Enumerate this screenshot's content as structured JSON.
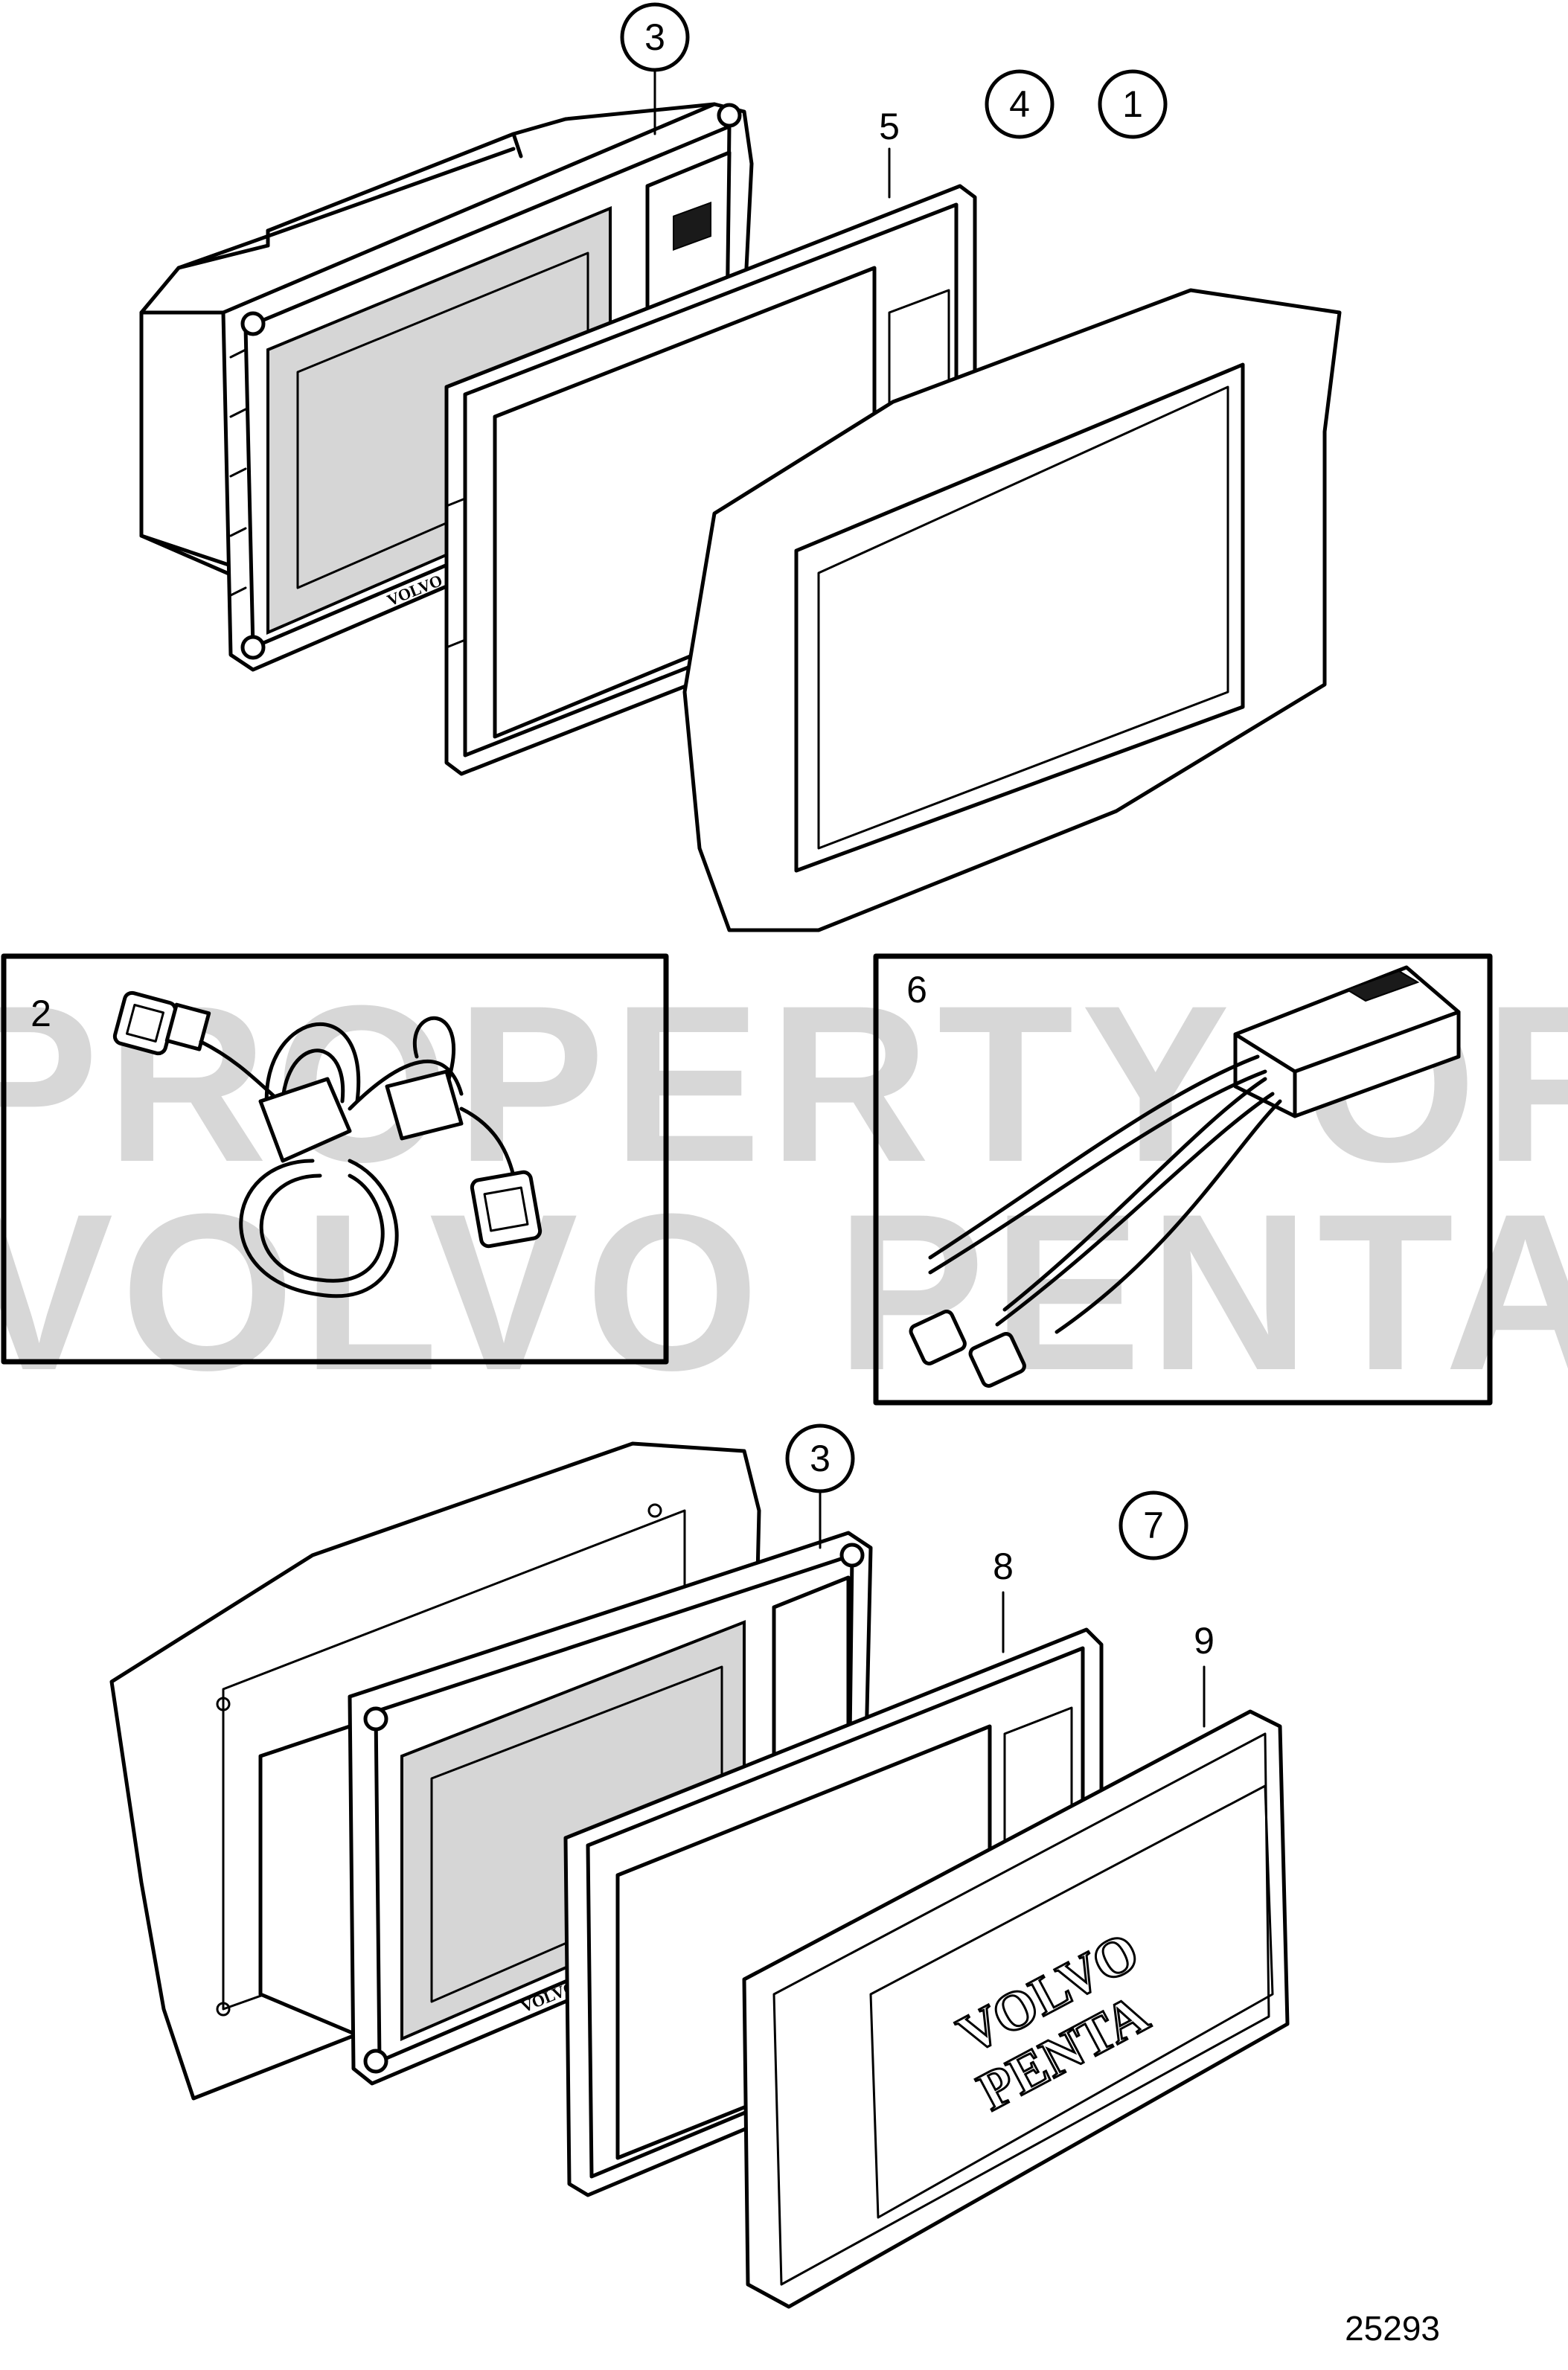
{
  "drawing_number": "25293",
  "watermark": {
    "line1": "PROPERTY OF",
    "line2": "VOLVO PENTA"
  },
  "brand": {
    "line1": "VOLVO",
    "line2": "PENTA",
    "small": "VOLVO"
  },
  "callouts": {
    "c3_top": "3",
    "c4": "4",
    "c1": "1",
    "c5": "5",
    "c2": "2",
    "c6": "6",
    "c3_bottom": "3",
    "c7": "7",
    "c8": "8",
    "c9": "9"
  }
}
